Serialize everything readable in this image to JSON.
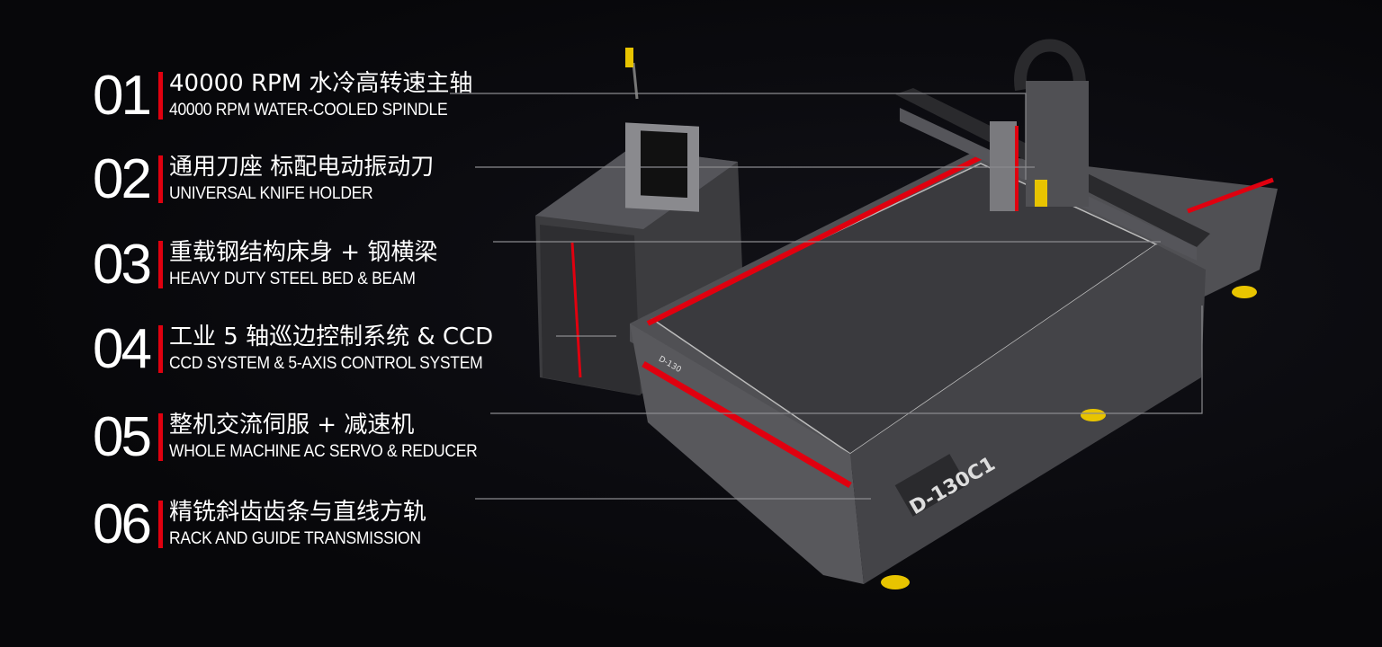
{
  "features": [
    {
      "num": "01",
      "cn": "40000 RPM 水冷高转速主轴",
      "en": "40000 RPM WATER-COOLED SPINDLE"
    },
    {
      "num": "02",
      "cn": "通用刀座 标配电动振动刀",
      "en": "UNIVERSAL KNIFE HOLDER"
    },
    {
      "num": "03",
      "cn": "重载钢结构床身 + 钢横梁",
      "en": "HEAVY DUTY STEEL BED & BEAM"
    },
    {
      "num": "04",
      "cn": "工业 5 轴巡边控制系统 & CCD",
      "en": "CCD SYSTEM &  5-AXIS CONTROL SYSTEM"
    },
    {
      "num": "05",
      "cn": "整机交流伺服 + 减速机",
      "en": "WHOLE MACHINE AC SERVO & REDUCER"
    },
    {
      "num": "06",
      "cn": "精铣斜齿齿条与直线方轨",
      "en": "RACK AND GUIDE TRANSMISSION"
    }
  ],
  "machine": {
    "model": "D-130C1",
    "side_label": "D-130"
  },
  "colors": {
    "accent": "#e0000f",
    "body": "#4a4a4c",
    "background": "#08080c"
  }
}
